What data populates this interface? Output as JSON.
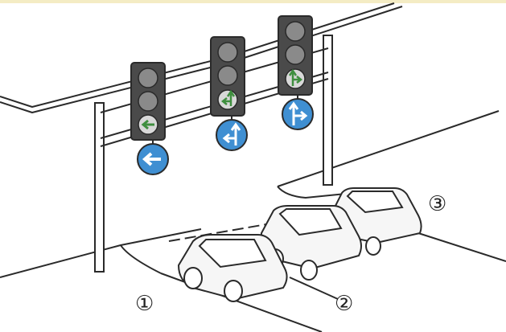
{
  "colors": {
    "background": "#ffffff",
    "top_edge": "#f4ecc4",
    "line": "#2a2a2a",
    "signal_housing": "#4a4a4a",
    "signal_lamp": "#8a8a8a",
    "signal_arrow": "#3f8f3f",
    "sign_blue": "#3f8fd2",
    "car_fill": "#f6f6f6"
  },
  "icons": {
    "signal_left_lane": "left-arrow-signal-icon",
    "signal_middle_lane": "left-straight-arrow-signal-icon",
    "signal_right_lane": "straight-right-arrow-signal-icon",
    "sign_left_lane": "left-turn-sign-icon",
    "sign_middle_lane": "left-straight-sign-icon",
    "sign_right_lane": "straight-right-sign-icon"
  },
  "lanes": [
    {
      "label": "①"
    },
    {
      "label": "②"
    },
    {
      "label": "③"
    }
  ]
}
